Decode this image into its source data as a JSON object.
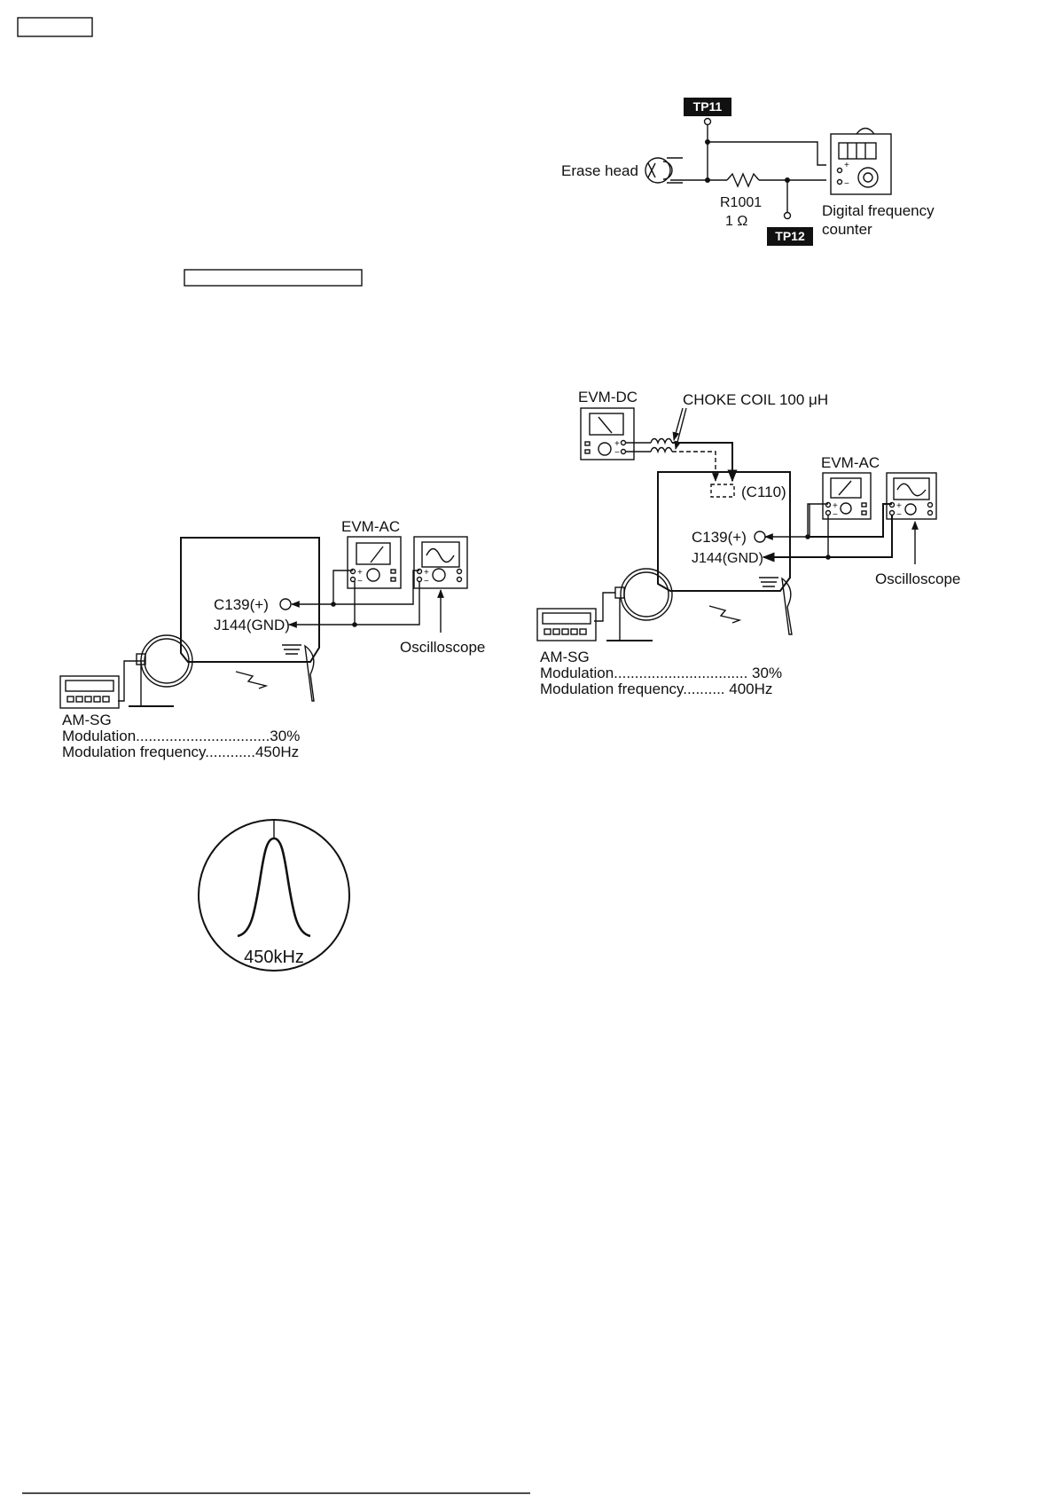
{
  "erase_circuit": {
    "tp11": "TP11",
    "tp12": "TP12",
    "erase_head": "Erase head",
    "resistor_ref": "R1001",
    "resistor_value": "1 Ω",
    "counter_label_1": "Digital frequency",
    "counter_label_2": "counter"
  },
  "am_left": {
    "evm_ac": "EVM-AC",
    "c139": "C139(+)",
    "j144": "J144(GND)",
    "oscilloscope": "Oscilloscope",
    "am_sg": "AM-SG",
    "modulation": "Modulation................................30%",
    "modulation_freq": "Modulation frequency............450Hz"
  },
  "waveform": {
    "freq_label": "450kHz"
  },
  "am_right": {
    "evm_dc": "EVM-DC",
    "choke": "CHOKE COIL  100 μH",
    "c110": "(C110)",
    "evm_ac": "EVM-AC",
    "c139": "C139(+)",
    "j144": "J144(GND)",
    "oscilloscope": "Oscilloscope",
    "am_sg": "AM-SG",
    "modulation": "Modulation................................ 30%",
    "modulation_freq": "Modulation frequency.......... 400Hz"
  }
}
